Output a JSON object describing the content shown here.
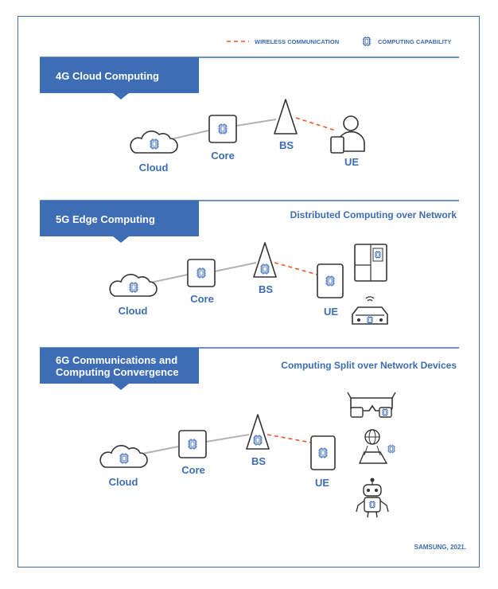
{
  "legend": {
    "wireless": "WIRELESS COMMUNICATION",
    "computing": "COMPUTING CAPABILITY"
  },
  "sections": [
    {
      "banner": "4G Cloud Computing",
      "subtitle": "",
      "labels": {
        "cloud": "Cloud",
        "core": "Core",
        "bs": "BS",
        "ue": "UE"
      }
    },
    {
      "banner": "5G Edge Computing",
      "subtitle": "Distributed Computing over Network",
      "labels": {
        "cloud": "Cloud",
        "core": "Core",
        "bs": "BS",
        "ue": "UE"
      }
    },
    {
      "banner_line1": "6G Communications and",
      "banner_line2": "Computing Convergence",
      "subtitle": "Computing Split over Network Devices",
      "labels": {
        "cloud": "Cloud",
        "core": "Core",
        "bs": "BS",
        "ue": "UE"
      }
    }
  ],
  "credit": "SAMSUNG, 2021.",
  "colors": {
    "accent": "#3d6db5",
    "wireless": "#e8582a",
    "link": "#b3b3b3",
    "icon": "#333333"
  },
  "icons": [
    "cloud-icon",
    "core-chip-icon",
    "base-station-icon",
    "person-icon",
    "tablet-icon",
    "phone-icon",
    "refrigerator-icon",
    "car-icon",
    "ar-glasses-icon",
    "hologram-icon",
    "robot-icon"
  ]
}
